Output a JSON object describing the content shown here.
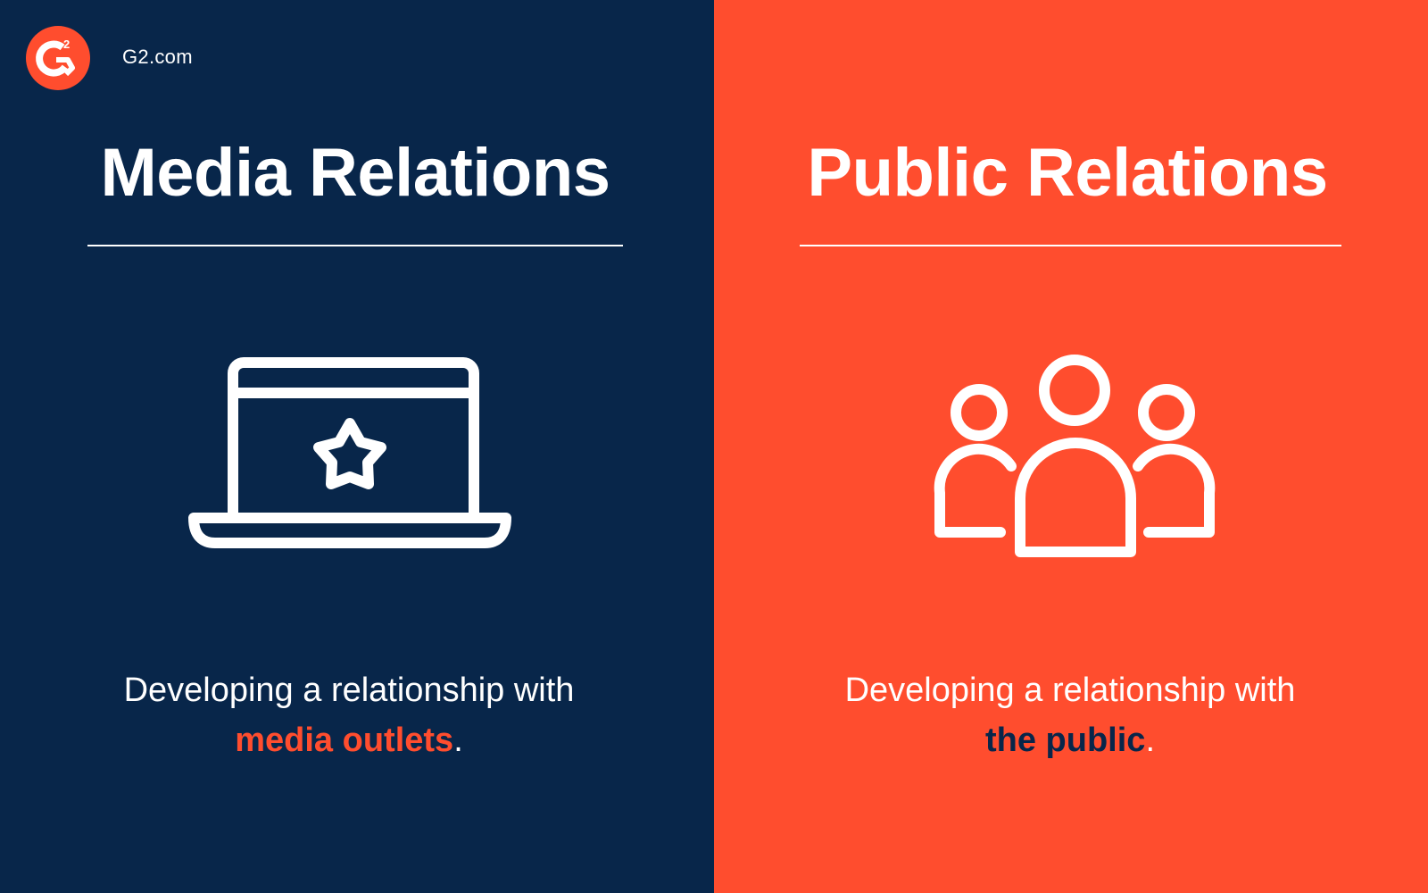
{
  "brand": {
    "logo_icon": "g2-logo-icon",
    "site": "G2.com"
  },
  "colors": {
    "navy": "#08264A",
    "orange": "#FF4D2E",
    "white": "#FFFFFF"
  },
  "left": {
    "title": "Media Relations",
    "icon": "laptop-star-icon",
    "desc_prefix": "Developing a relationship with",
    "desc_emphasis": "media outlets",
    "desc_suffix": "."
  },
  "right": {
    "title": "Public Relations",
    "icon": "people-group-icon",
    "desc_prefix": "Developing a relationship with",
    "desc_emphasis": "the public",
    "desc_suffix": "."
  }
}
